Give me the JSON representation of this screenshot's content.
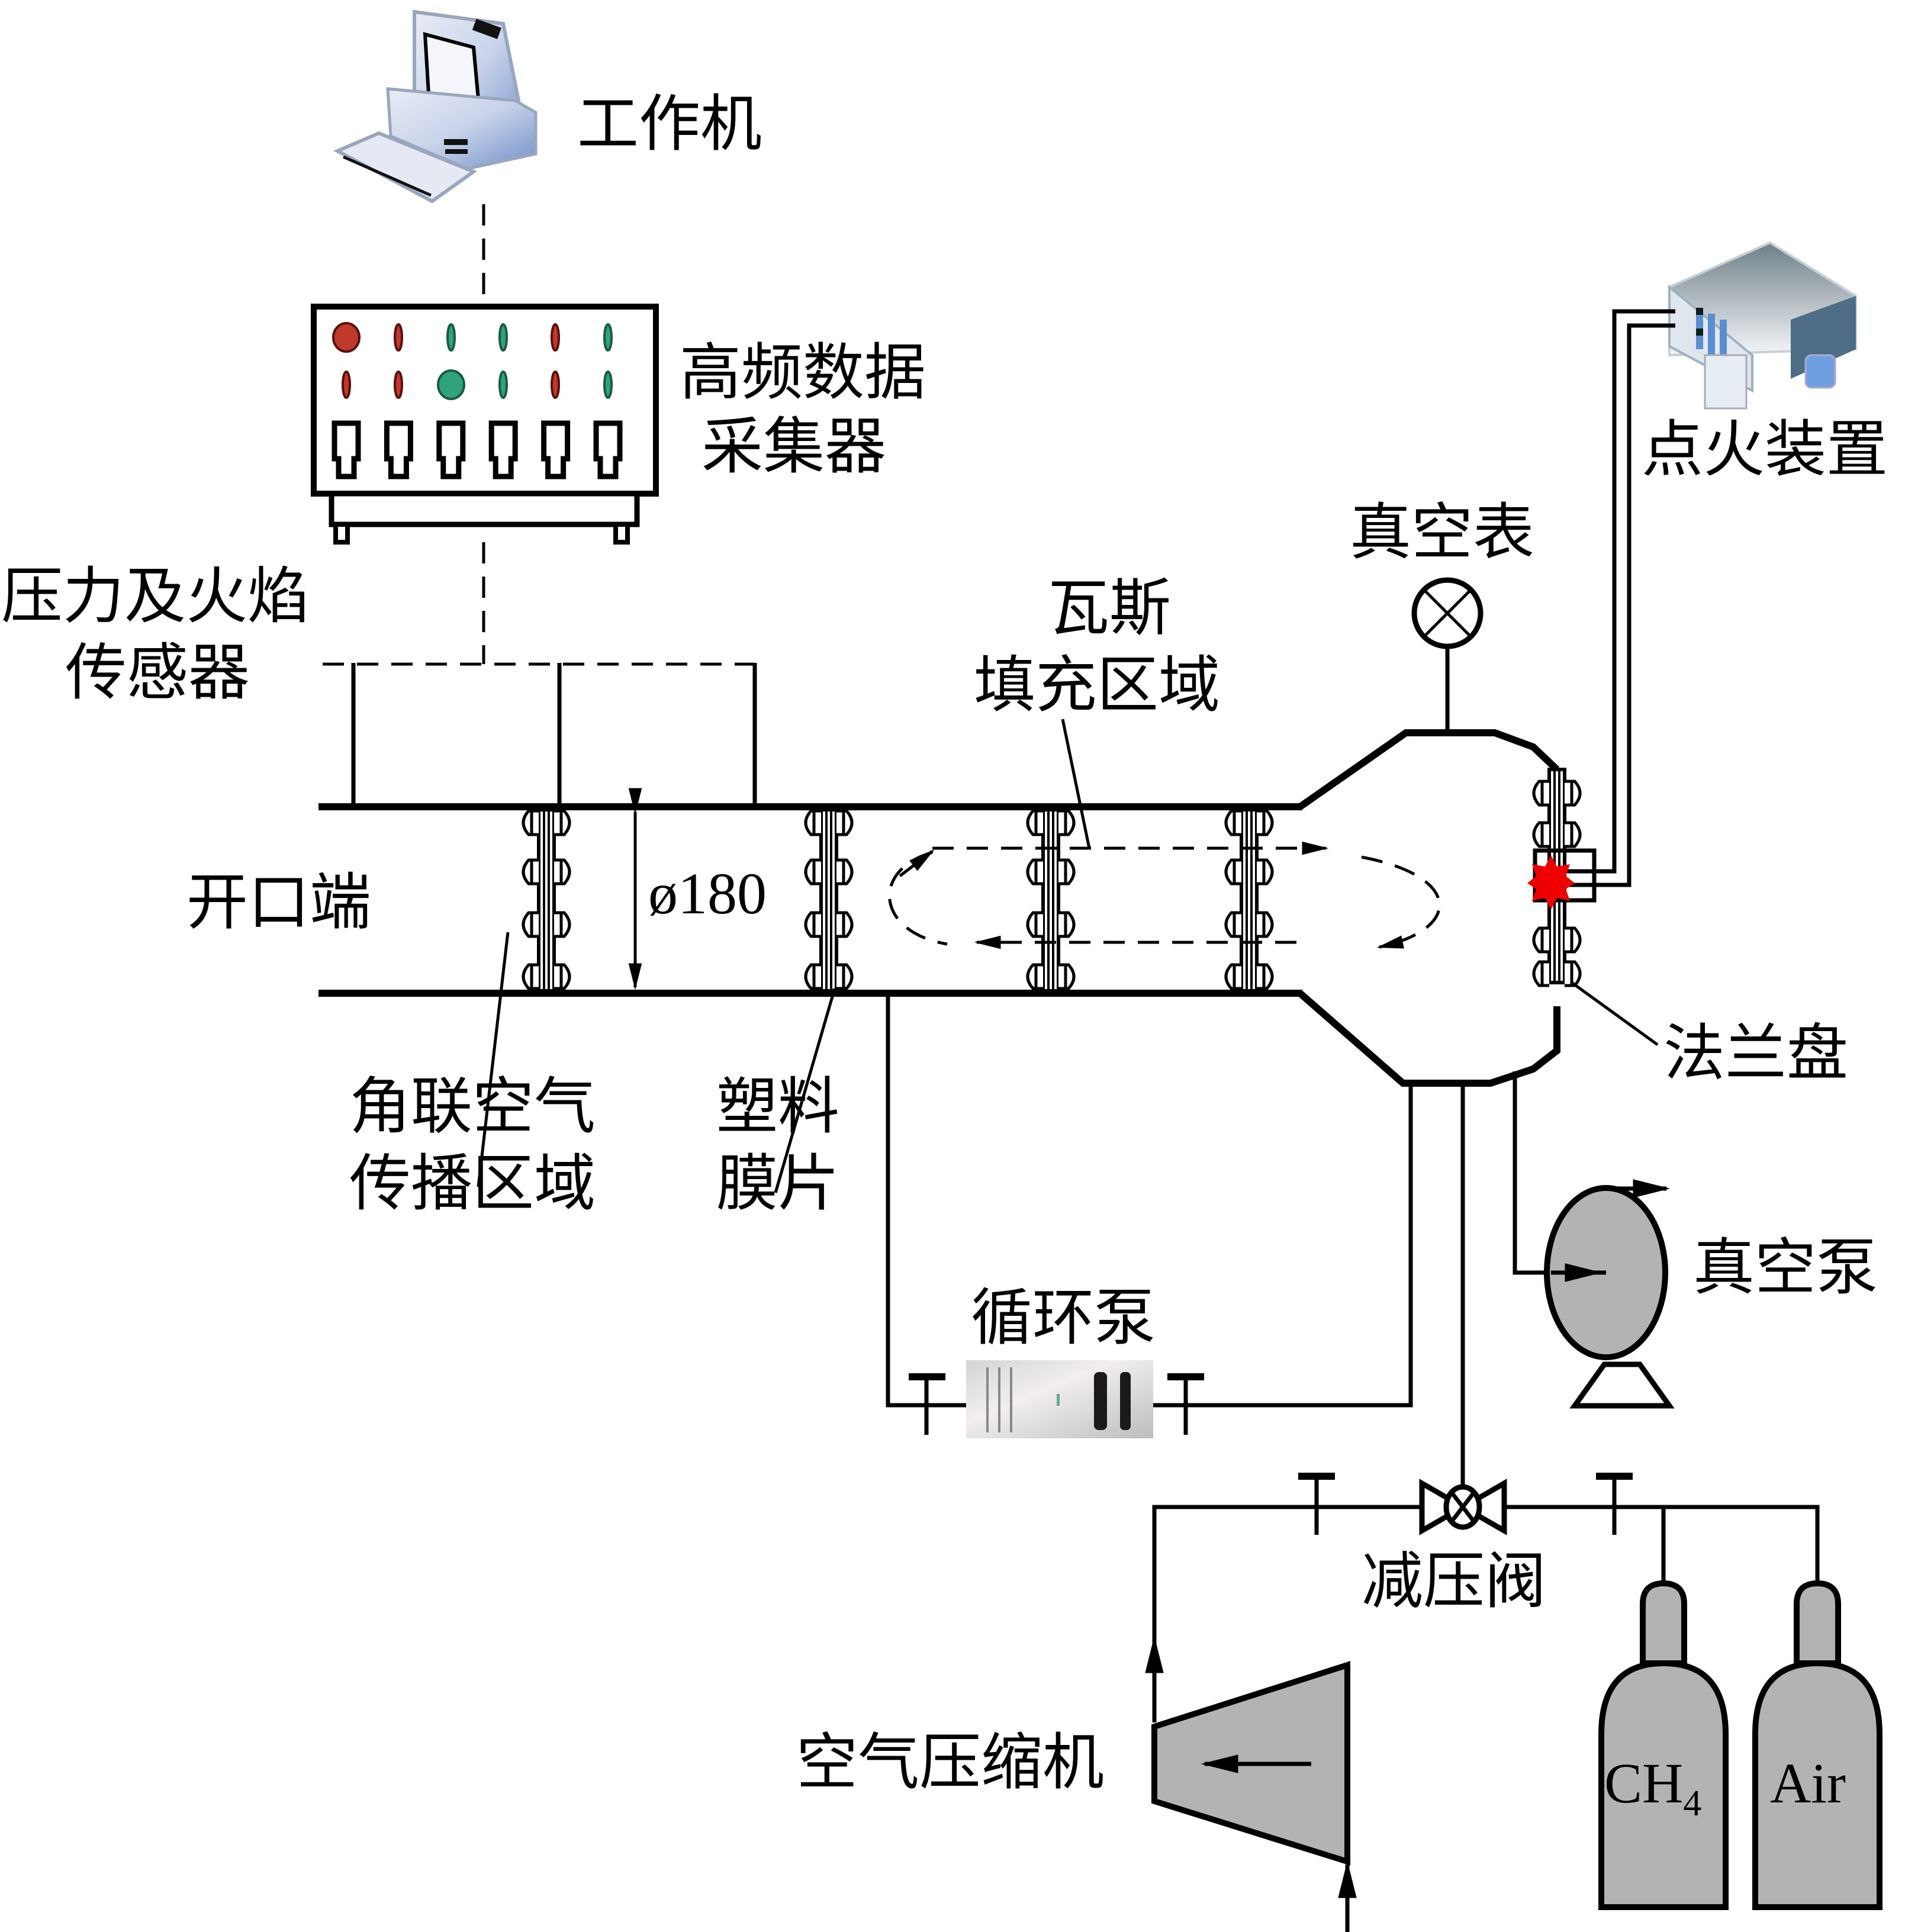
{
  "figure": {
    "title": "Gas explosion experimental system schematic",
    "labels": {
      "workstation": "工作机",
      "daq_line1": "高频数据",
      "daq_line2": "采集器",
      "sensors_line1": "压力及火焰",
      "sensors_line2": "传感器",
      "open_end": "开口端",
      "diameter": "ø180",
      "gas_zone_line1": "瓦斯",
      "gas_zone_line2": "填充区域",
      "vacuum_gauge": "真空表",
      "ignition_device": "点火装置",
      "flange": "法兰盘",
      "air_zone_line1": "角联空气",
      "air_zone_line2": "传播区域",
      "film_line1": "塑料",
      "film_line2": "膜片",
      "vacuum_pump": "真空泵",
      "circulation_pump": "循环泵",
      "pressure_valve": "减压阀",
      "air_compressor": "空气压缩机",
      "cylinder_ch4_main": "CH",
      "cylinder_ch4_sub": "4",
      "cylinder_air": "Air"
    },
    "indicator_colors": {
      "red": "#c0392b",
      "green": "#2fa37a",
      "spark": "#ee0000",
      "fill_gray": "#b3b3b3"
    },
    "daq_indicators": {
      "row1": [
        "red-large",
        "red",
        "green",
        "green",
        "red",
        "green"
      ],
      "row2": [
        "red",
        "red",
        "green-large",
        "green",
        "red",
        "green"
      ]
    },
    "daq_channels": 6,
    "pipe_flanges": 4,
    "bolts_per_flange_side": 4
  }
}
